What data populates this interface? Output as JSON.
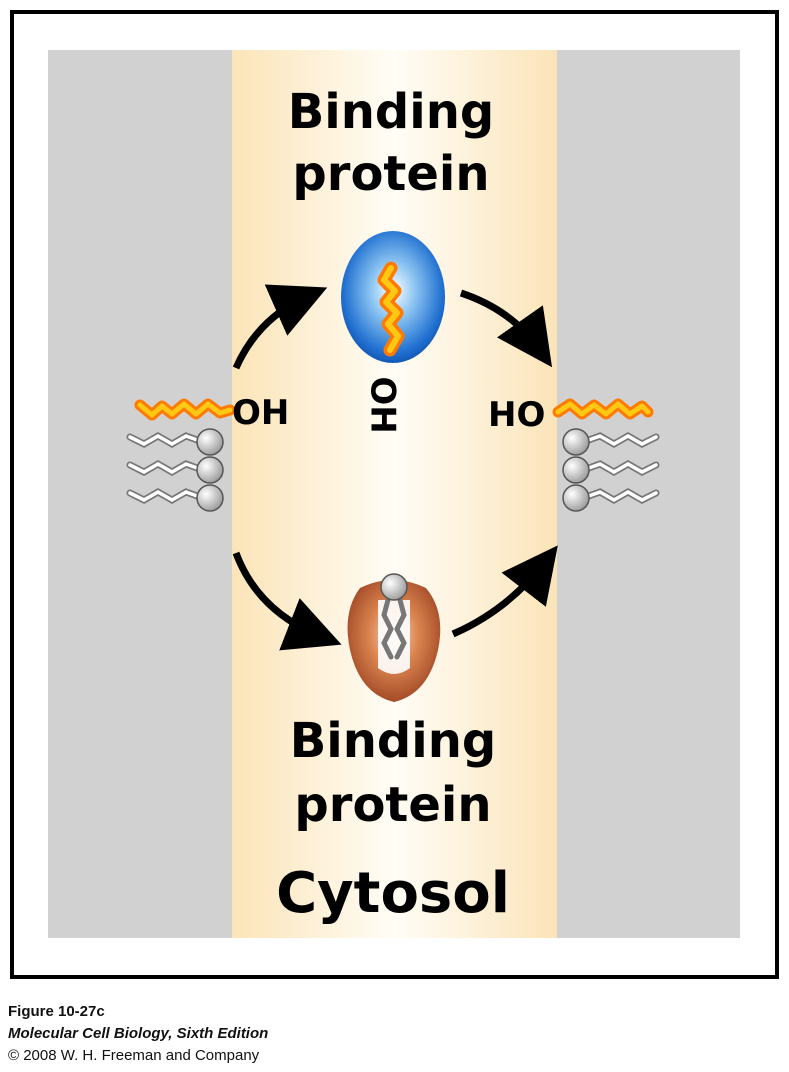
{
  "labels": {
    "top_protein": [
      "Binding",
      "protein"
    ],
    "bottom_protein": [
      "Binding",
      "protein"
    ],
    "compartment": "Cytosol",
    "oh_left": "OH",
    "oh_bound": "OH",
    "ho_right": "HO"
  },
  "caption": {
    "figure": "Figure 10-27c",
    "book": "Molecular Cell Biology, Sixth Edition",
    "copyright": "© 2008 W. H. Freeman and Company"
  },
  "colors": {
    "membrane": "#d1d1d1",
    "cytosol_center": "#ffffff",
    "cytosol_edge": "#fbe9c7",
    "protein_top": "#1666c8",
    "protein_bottom": "#b4522a",
    "lipid_chain": "#ffb400",
    "lipid_outline": "#ff6a00"
  }
}
